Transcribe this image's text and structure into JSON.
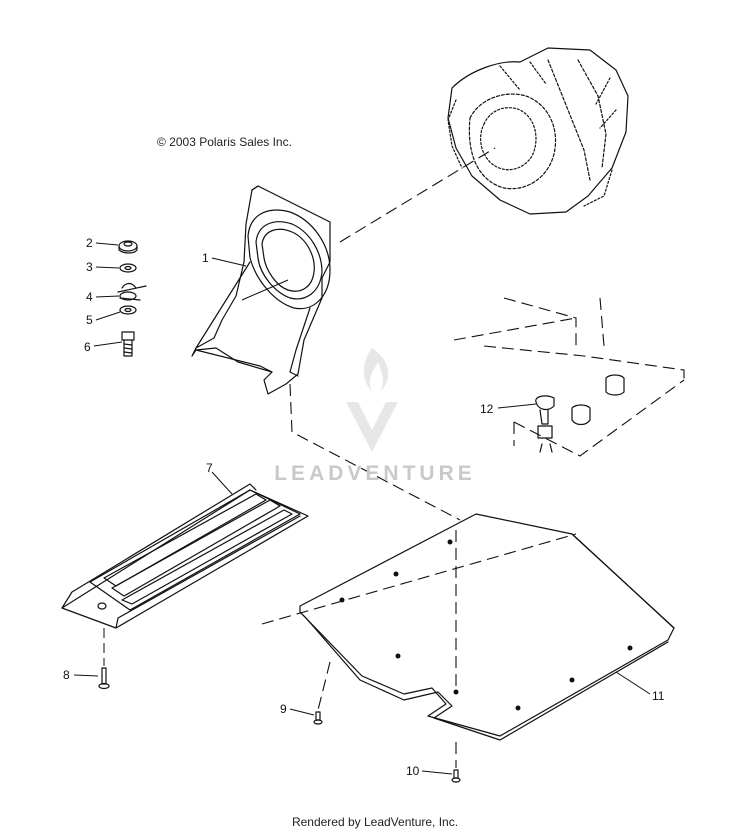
{
  "copyright": "© 2003 Polaris Sales Inc.",
  "footer": "Rendered by LeadVenture, Inc.",
  "watermark": "LEADVENTURE",
  "callouts": {
    "c1": "1",
    "c2": "2",
    "c3": "3",
    "c4": "4",
    "c5": "5",
    "c6": "6",
    "c7": "7",
    "c8": "8",
    "c9": "9",
    "c10": "10",
    "c11": "11",
    "c12": "12"
  },
  "colors": {
    "line": "#111111",
    "watermark": "#c9c9c9",
    "background": "#ffffff"
  }
}
